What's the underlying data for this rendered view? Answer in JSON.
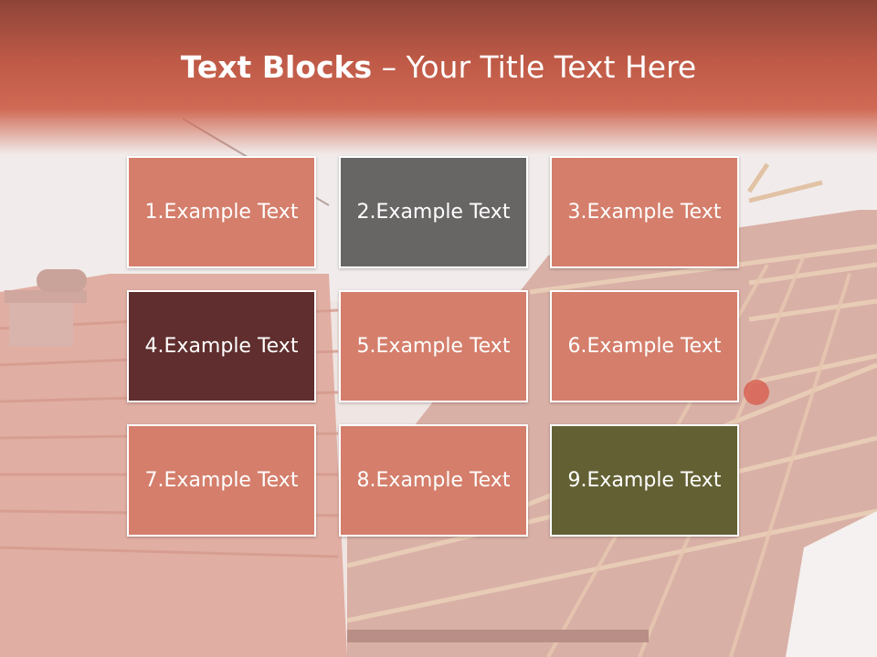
{
  "title": {
    "bold": "Text Blocks",
    "rest": " – Your Title Text Here"
  },
  "blocks": [
    {
      "label": "1.Example Text",
      "color": "#d47e6b"
    },
    {
      "label": "2.Example Text",
      "color": "#686565"
    },
    {
      "label": "3.Example Text",
      "color": "#d47e6b"
    },
    {
      "label": "4.Example Text",
      "color": "#602e2e"
    },
    {
      "label": "5.Example Text",
      "color": "#d47e6b"
    },
    {
      "label": "6.Example Text",
      "color": "#d47e6b"
    },
    {
      "label": "7.Example Text",
      "color": "#d47e6b"
    },
    {
      "label": "8.Example Text",
      "color": "#d47e6b"
    },
    {
      "label": "9.Example Text",
      "color": "#636134"
    }
  ]
}
